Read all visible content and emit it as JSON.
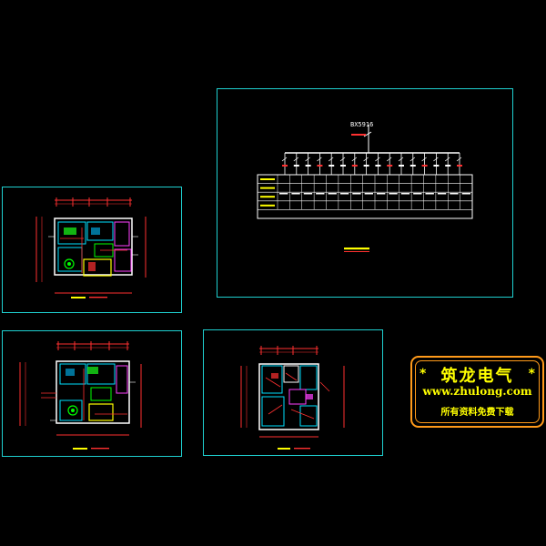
{
  "drawing_sheets": [
    {
      "name": "floor-plan-1"
    },
    {
      "name": "floor-plan-2"
    },
    {
      "name": "floor-plan-3"
    },
    {
      "name": "distribution-system-diagram"
    }
  ],
  "distribution_diagram": {
    "panel_label": "BX5916",
    "circuit_count": 16,
    "table_rows": 4
  },
  "watermark": {
    "title": "筑龙电气",
    "url": "www.zhulong.com",
    "note": "所有资料免费下载",
    "star": "*"
  },
  "colors": {
    "background": "#000000",
    "frame": "#1fd0d0",
    "badge_border": "#ff9a1a",
    "badge_text": "#ffff00"
  }
}
